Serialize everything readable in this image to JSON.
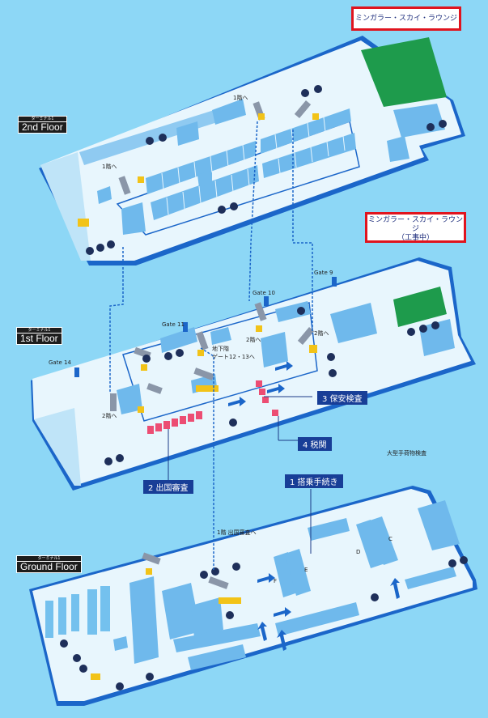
{
  "floors": {
    "second": {
      "terminal": "ターミナル1",
      "name": "2nd Floor"
    },
    "first": {
      "terminal": "ターミナル1",
      "name": "1st Floor"
    },
    "ground": {
      "terminal": "ターミナル1",
      "name": "Ground Floor"
    }
  },
  "lounge_top": {
    "line1": "ミンガラー・スカイ・ラウンジ"
  },
  "lounge_mid": {
    "line1": "ミンガラー・スカイ・ラウンジ",
    "line2": "（工事中）"
  },
  "steps": {
    "checkin": "1 搭乗手続き",
    "immigration": "2 出国審査",
    "security": "3 保安検査",
    "customs": "4 税関"
  },
  "labels": {
    "to_1f_a": "1階へ",
    "to_1f_b": "1階へ",
    "to_2f_a": "2階へ",
    "to_2f_b": "2階へ",
    "to_2f_c": "2階へ",
    "basement": "地下階",
    "gates_12_13": "ゲート12・13へ",
    "gf_to_1f": "1階 出国審査へ",
    "oversize": "大型手荷物検査",
    "gate9": "Gate 9",
    "gate10": "Gate 10",
    "gate11": "Gate 11",
    "gate14": "Gate 14",
    "c": "C",
    "d": "D",
    "e": "E",
    "f": "F"
  },
  "colors": {
    "background": "#8dd7f6",
    "floor": "#e8f6fd",
    "room": "#6fb9ec",
    "wall": "#1b66c9",
    "lounge": "#1e9b4c",
    "step": "#183e97",
    "marker": "#e0141e"
  }
}
